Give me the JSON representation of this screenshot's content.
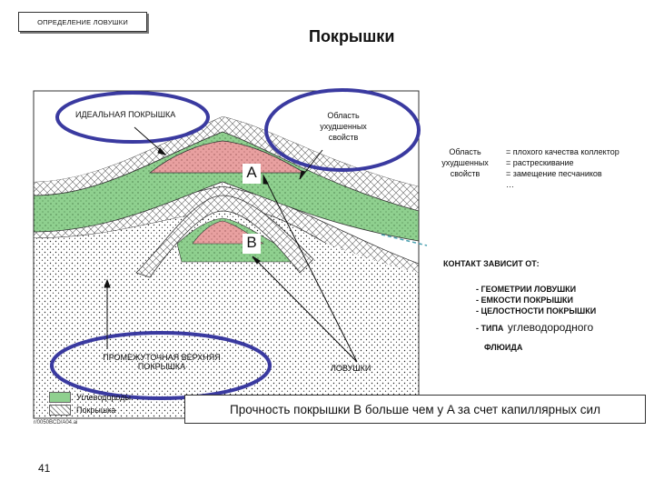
{
  "header": {
    "tag": "ОПРЕДЕЛЕНИЕ ЛОВУШКИ",
    "title": "Покрышки"
  },
  "diagram": {
    "ideal_seal": "ИДЕАЛЬНАЯ ПОКРЫШКА",
    "degraded_area_inside": [
      "Область",
      "ухудшенных",
      "свойств"
    ],
    "label_a": "A",
    "label_b": "B",
    "intermediate_seal": [
      "ПРОМЕЖУТОЧНАЯ ВЕРХНЯЯ",
      "ПОКРЫШКА"
    ],
    "traps": "ЛОВУШКИ",
    "legend": {
      "hydrocarbons": "Углеводороды",
      "seal": "Покрышка"
    },
    "figure_code": "r/0050BCD/A04.ai"
  },
  "side_panel": {
    "degraded_area": [
      "Область",
      "ухудшенных",
      "свойств"
    ],
    "causes": [
      "= плохого качества коллектор",
      "= растрескивание",
      "= замещение песчаников",
      "…"
    ],
    "contact_heading": "КОНТАКТ ЗАВИСИТ ОТ:",
    "factors": [
      "- ГЕОМЕТРИИ ЛОВУШКИ",
      "- ЕМКОСТИ ПОКРЫШКИ",
      "- ЦЕЛОСТНОСТИ ПОКРЫШКИ"
    ],
    "fluid_type_prefix": "- ТИПА",
    "fluid_type_word": "углеводородного",
    "fluid_type_end": "ФЛЮИДА"
  },
  "conclusion": "Прочность покрышки B больше чем у A за счет капиллярных сил",
  "page_number": "41",
  "colors": {
    "hydrocarbons": "#e8a0a0",
    "reservoir": "#8fd08f",
    "ellipse": "#3a3aa0"
  }
}
